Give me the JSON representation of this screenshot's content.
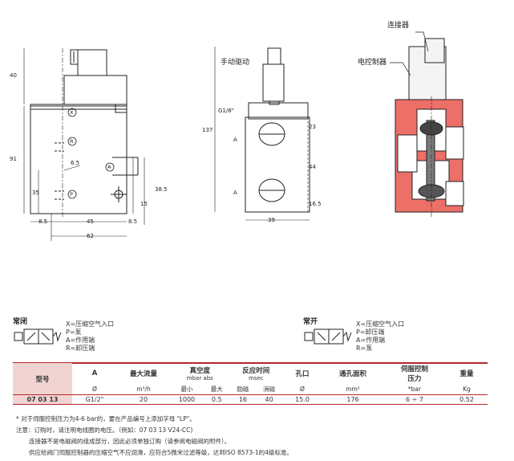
{
  "drawing": {
    "front_dims": [
      "40",
      "91",
      "35",
      "8.5",
      "45",
      "62",
      "6.5",
      "38.5",
      "15",
      "8.5"
    ],
    "front_ports": [
      "X",
      "R",
      "A",
      "P"
    ],
    "side_dims": [
      "137",
      "G1/8\"",
      "23",
      "44",
      "16.5",
      "39",
      "A",
      "A"
    ],
    "callout_manual": "手动驱动",
    "callout_connector": "连接器",
    "callout_controller": "电控制器"
  },
  "nc": {
    "title": "常闭",
    "legend": [
      "X=压缩空气入口",
      "P=泵",
      "A=作用端",
      "R=卸压端"
    ]
  },
  "no": {
    "title": "常开",
    "legend": [
      "X=压缩空气入口",
      "P=卸压端",
      "A=作用端",
      "R=泵"
    ]
  },
  "table": {
    "headers": {
      "model": "型号",
      "a": "A",
      "flow": "最大流量",
      "vacuum": "真空度",
      "vacuum_unit": "mbar abs",
      "response": "反应时间",
      "response_unit": "msec",
      "orifice": "孔口",
      "area": "通孔面积",
      "servo": "伺服控制",
      "servo2": "压力",
      "weight": "重量"
    },
    "subheaders": {
      "a": "Ø",
      "flow": "m³/h",
      "vmin": "最小",
      "vmax": "最大",
      "excite": "励磁",
      "release": "消磁",
      "orifice": "Ø",
      "area": "mm²",
      "servo": "*bar",
      "weight": "Kg"
    },
    "row": {
      "model": "07 03 13",
      "a": "G1/2\"",
      "flow": "20",
      "vmin": "1000",
      "vmax": "0.5",
      "excite": "16",
      "release": "40",
      "orifice": "15.0",
      "area": "176",
      "servo": "6 ÷ 7",
      "weight": "0.52"
    }
  },
  "notes": {
    "n1": "* 对于伺服控制压力为4-6 bar的，要在产品编号上添加字母 \"LP\"。",
    "n2": "注意：订购时，请注明电线圈的电压。（例如：07 03 13 V24-CC)",
    "n3": "连接器不是电磁阀的组成部分，因此必须单独订购（请参阅电磁阀的附件）。",
    "n4": "供应给阀门伺服控制器的压缩空气不应润滑，应符合5微米过滤等级，达到ISO 8573-1的4级标准。"
  }
}
